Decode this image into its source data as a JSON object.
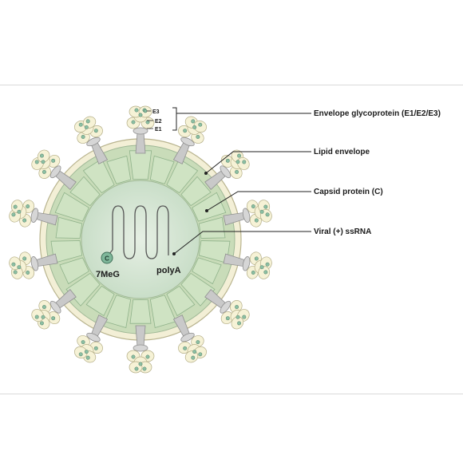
{
  "labels": {
    "glycoprotein": "Envelope glycoprotein (E1/E2/E3)",
    "lipid": "Lipid envelope",
    "capsid": "Capsid protein (C)",
    "rna": "Viral (+) ssRNA",
    "e3": "E3",
    "e2": "E2",
    "e1": "E1",
    "cap": "C",
    "cap_label": "7MeG",
    "polya": "polyA"
  },
  "colors": {
    "envelope_outer": "#f3efd6",
    "envelope_ring": "#c8dcb8",
    "capsid_fill": "#cfe3c3",
    "capsid_stroke": "#8fb28a",
    "core": "#dce9dc",
    "spike_stem": "#c9c9c9",
    "spike_head": "#f6f2d6",
    "spike_dot": "#8cbfa3",
    "rna": "#555555"
  },
  "icons": [
    "spike-icon",
    "capsid-subunit-icon",
    "cap-7meg-icon"
  ]
}
